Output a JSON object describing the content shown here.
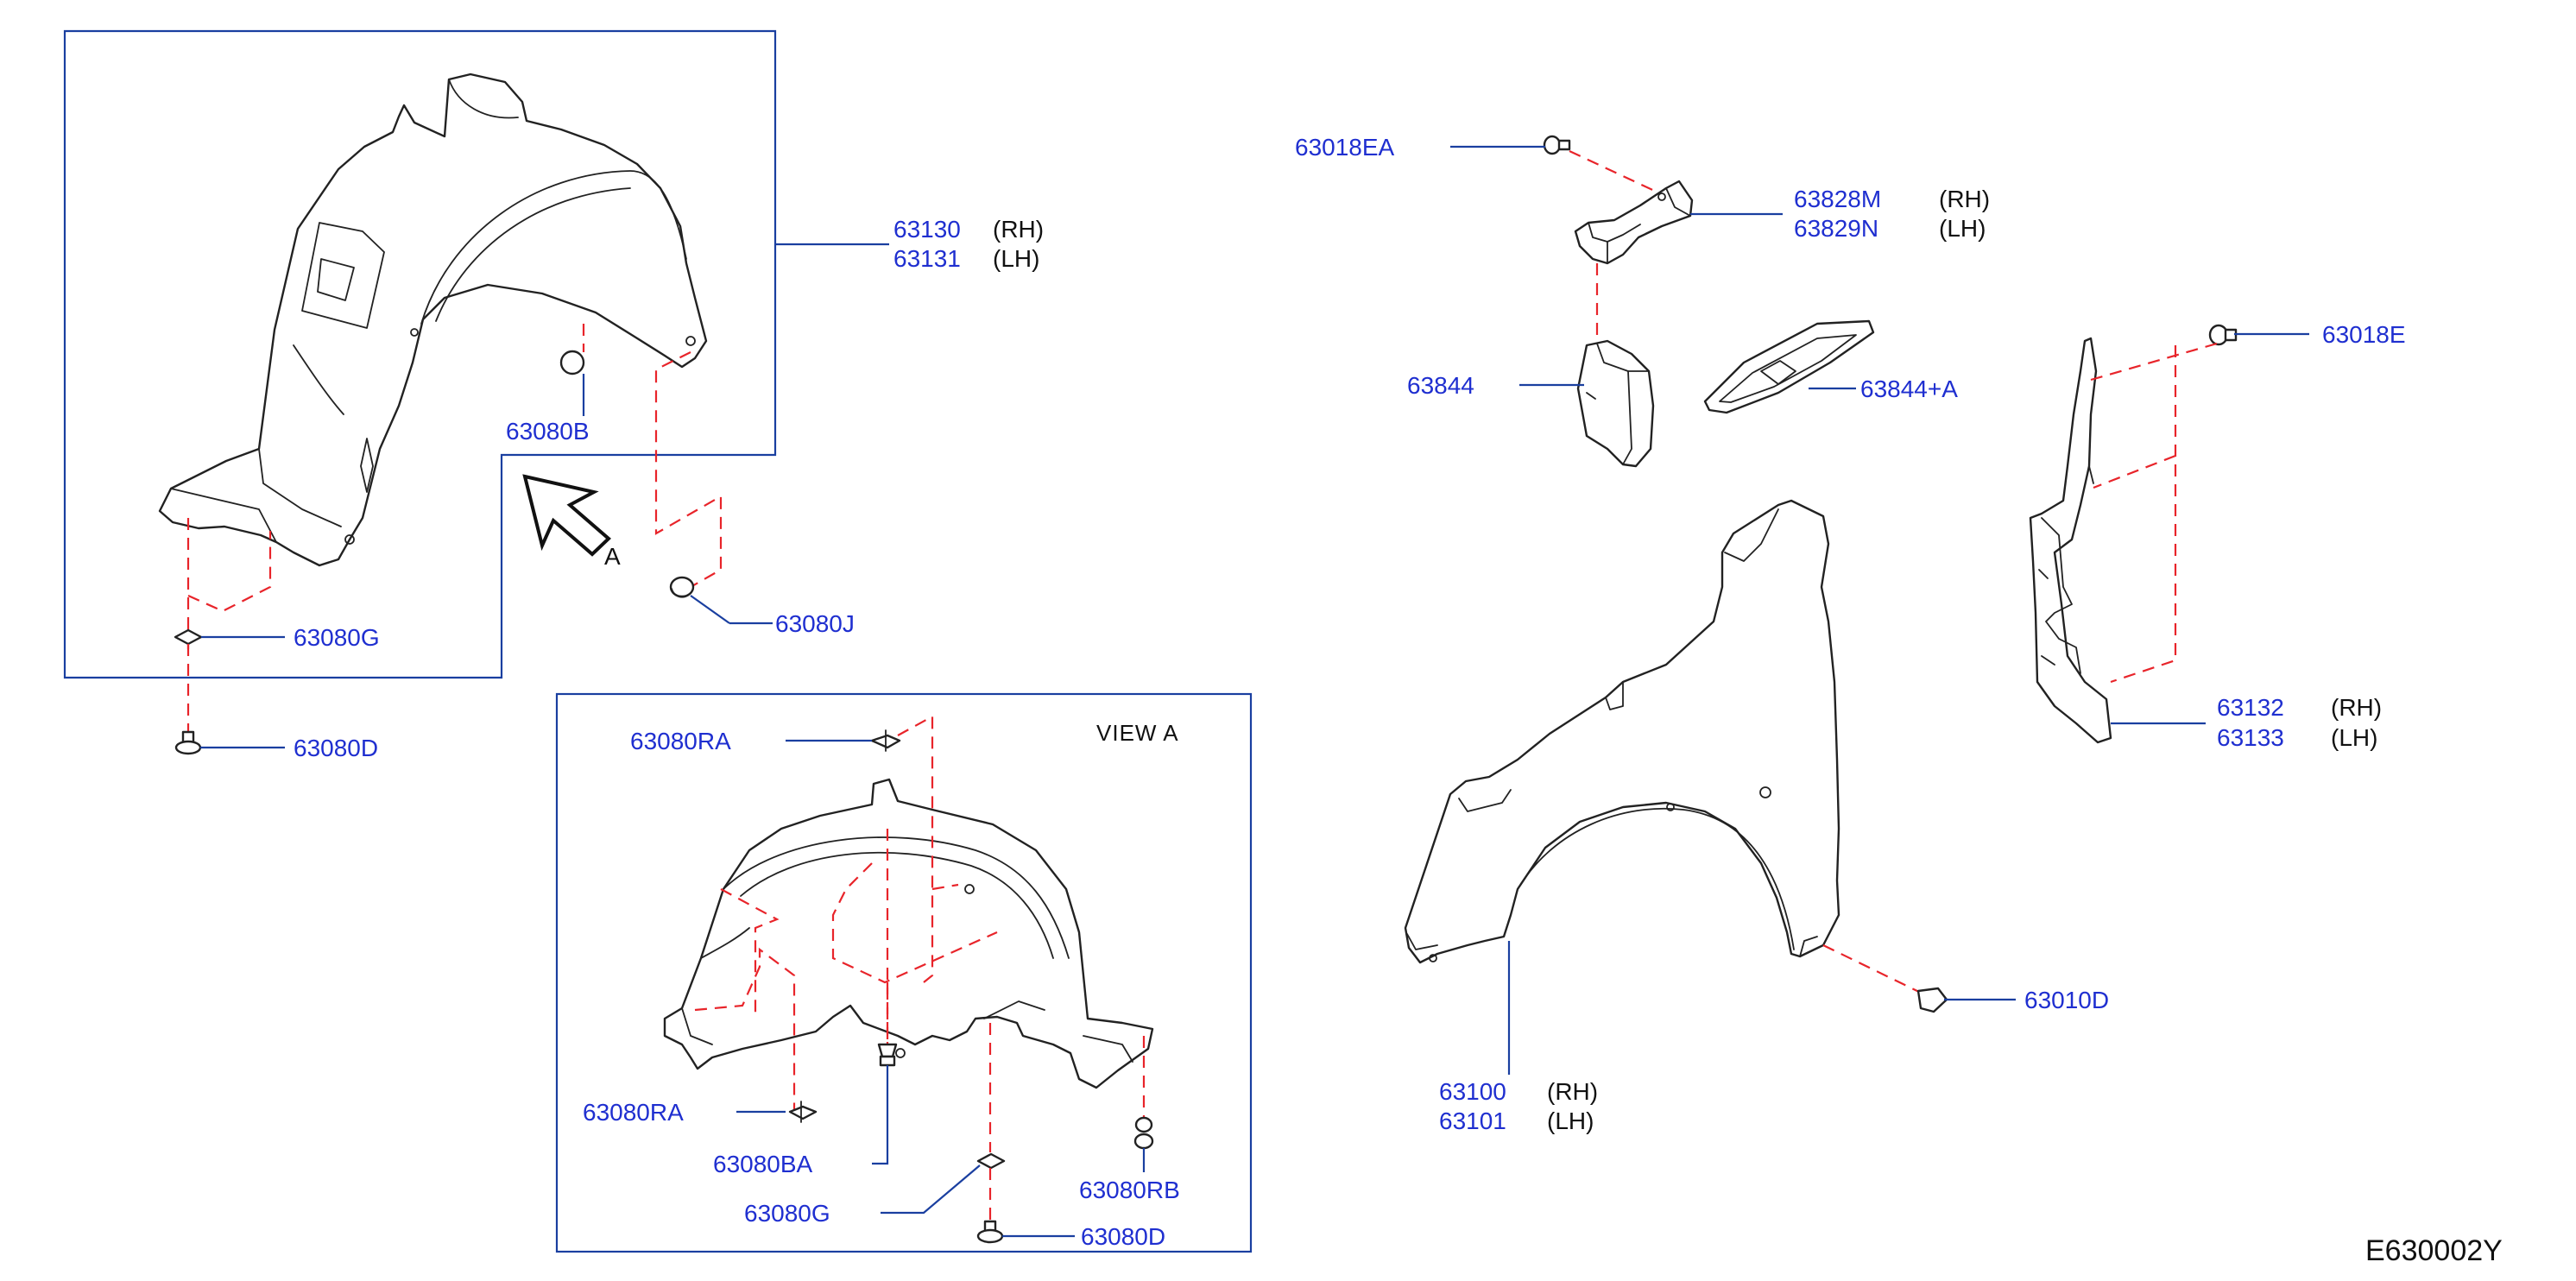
{
  "diagram_code": "E630002Y",
  "view_label": "VIEW   A",
  "arrow_label": "A",
  "parts": {
    "p63130": "63130",
    "p63130_side": "(RH)",
    "p63131": "63131",
    "p63131_side": "(LH)",
    "p63080B": "63080B",
    "p63080G_top": "63080G",
    "p63080D_top": "63080D",
    "p63080J": "63080J",
    "p63080RA_top": "63080RA",
    "p63080RA_bottom": "63080RA",
    "p63080BA": "63080BA",
    "p63080G_view": "63080G",
    "p63080RB": "63080RB",
    "p63080D_view": "63080D",
    "p63018EA": "63018EA",
    "p63828M": "63828M",
    "p63828M_side": "(RH)",
    "p63829N": "63829N",
    "p63829N_side": "(LH)",
    "p63844": "63844",
    "p63844A": "63844+A",
    "p63018E": "63018E",
    "p63132": "63132",
    "p63132_side": "(RH)",
    "p63133": "63133",
    "p63133_side": "(LH)",
    "p63100": "63100",
    "p63100_side": "(RH)",
    "p63101": "63101",
    "p63101_side": "(LH)",
    "p63010D": "63010D"
  }
}
